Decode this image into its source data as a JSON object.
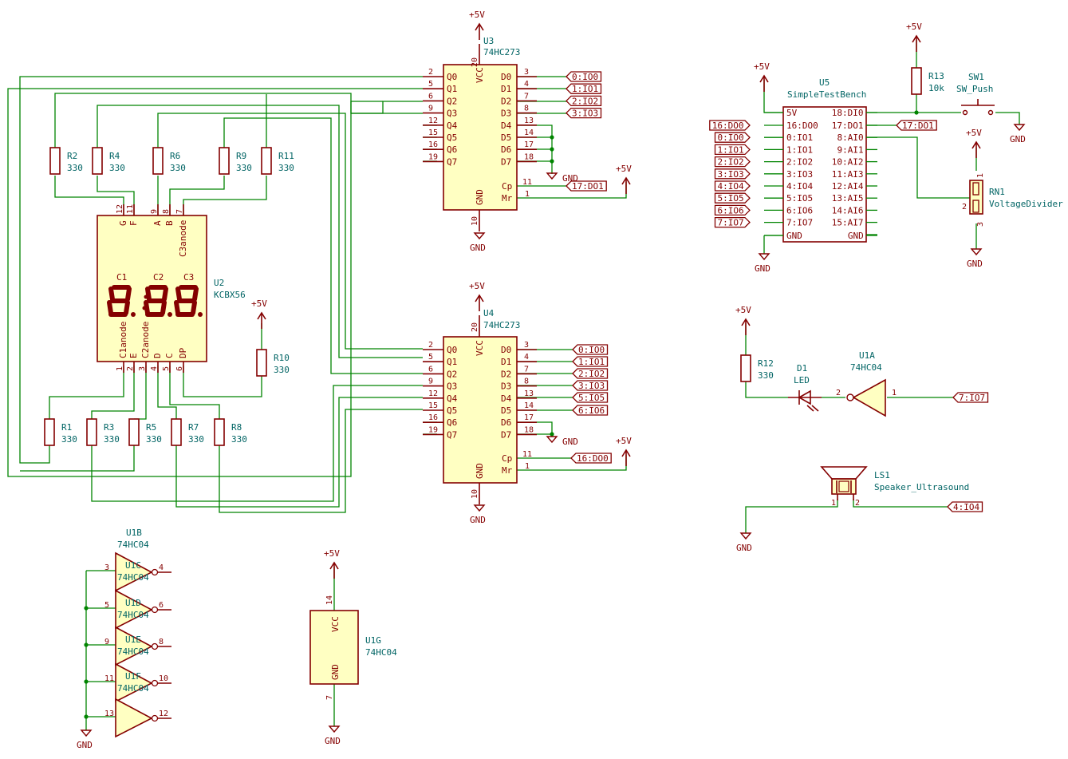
{
  "power": {
    "vcc": "+5V",
    "gnd": "GND"
  },
  "u3": {
    "ref": "U3",
    "value": "74HC273",
    "inputs": [
      "Q0",
      "Q1",
      "Q2",
      "Q3",
      "Q4",
      "Q5",
      "Q6",
      "Q7"
    ],
    "in_pins": [
      "2",
      "5",
      "6",
      "9",
      "12",
      "15",
      "16",
      "19"
    ],
    "outputs": [
      "D0",
      "D1",
      "D2",
      "D3",
      "D4",
      "D5",
      "D6",
      "D7"
    ],
    "out_pins": [
      "3",
      "4",
      "7",
      "8",
      "13",
      "14",
      "17",
      "18"
    ],
    "vcc_name": "VCC",
    "vcc_pin": "20",
    "gnd_name": "GND",
    "gnd_pin": "10",
    "cp_name": "Cp",
    "cp_pin": "11",
    "mr_name": "Mr",
    "mr_pin": "1",
    "labels": [
      "0:IO0",
      "1:IO1",
      "2:IO2",
      "3:IO3"
    ],
    "cp_label": "17:DO1"
  },
  "u4": {
    "ref": "U4",
    "value": "74HC273",
    "labels": [
      "0:IO0",
      "1:IO1",
      "2:IO2",
      "3:IO3",
      "5:IO5",
      "6:IO6"
    ],
    "cp_label": "16:DO0"
  },
  "u2": {
    "ref": "U2",
    "value": "KCBX56",
    "top_pins": [
      "12",
      "11",
      "9",
      "8",
      "7"
    ],
    "top_names": [
      "G",
      "F",
      "A",
      "B",
      "C3anode"
    ],
    "bot_pins": [
      "1",
      "2",
      "3",
      "4",
      "5",
      "6"
    ],
    "bot_names": [
      "C1anode",
      "E",
      "C2anode",
      "D",
      "C",
      "DP"
    ],
    "digits": [
      "C1",
      "C2",
      "C3"
    ]
  },
  "resistors": [
    {
      "ref": "R1",
      "value": "330"
    },
    {
      "ref": "R2",
      "value": "330"
    },
    {
      "ref": "R3",
      "value": "330"
    },
    {
      "ref": "R4",
      "value": "330"
    },
    {
      "ref": "R5",
      "value": "330"
    },
    {
      "ref": "R6",
      "value": "330"
    },
    {
      "ref": "R7",
      "value": "330"
    },
    {
      "ref": "R8",
      "value": "330"
    },
    {
      "ref": "R9",
      "value": "330"
    },
    {
      "ref": "R10",
      "value": "330"
    },
    {
      "ref": "R11",
      "value": "330"
    },
    {
      "ref": "R12",
      "value": "330"
    },
    {
      "ref": "R13",
      "value": "10k"
    }
  ],
  "u5": {
    "ref": "U5",
    "value": "SimpleTestBench",
    "left_names": [
      "5V",
      "16:DO0",
      "0:IO1",
      "1:IO1",
      "2:IO2",
      "3:IO3",
      "4:IO4",
      "5:IO5",
      "6:IO6",
      "7:IO7",
      "GND"
    ],
    "right_names": [
      "18:DI0",
      "17:DO1",
      "8:AI0",
      "9:AI1",
      "10:AI2",
      "11:AI3",
      "12:AI4",
      "13:AI5",
      "14:AI6",
      "15:AI7",
      "GND"
    ],
    "left_labels": [
      "16:DO0",
      "0:IO0",
      "1:IO1",
      "2:IO2",
      "3:IO3",
      "4:IO4",
      "5:IO5",
      "6:IO6",
      "7:IO7"
    ],
    "right_label": "17:DO1"
  },
  "sw1": {
    "ref": "SW1",
    "value": "SW_Push"
  },
  "rn1": {
    "ref": "RN1",
    "value": "VoltageDivider",
    "pins": [
      "1",
      "2",
      "3"
    ]
  },
  "u1a": {
    "ref": "U1A",
    "value": "74HC04",
    "in_pin": "2",
    "out_pin": "1",
    "label": "7:IO7"
  },
  "d1": {
    "ref": "D1",
    "value": "LED"
  },
  "ls1": {
    "ref": "LS1",
    "value": "Speaker_Ultrasound",
    "pins": [
      "1",
      "2"
    ],
    "label": "4:IO4"
  },
  "u1b": {
    "ref": "U1B",
    "value": "74HC04"
  },
  "u1_gates": [
    {
      "ref": "U1C",
      "value": "74HC04",
      "in": "3",
      "out": "4"
    },
    {
      "ref": "U1D",
      "value": "74HC04",
      "in": "5",
      "out": "6"
    },
    {
      "ref": "U1E",
      "value": "74HC04",
      "in": "9",
      "out": "8"
    },
    {
      "ref": "U1F",
      "value": "74HC04",
      "in": "11",
      "out": "10"
    },
    {
      "ref": "",
      "value": "",
      "in": "13",
      "out": "12"
    }
  ],
  "u1g": {
    "ref": "U1G",
    "value": "74HC04",
    "vcc_name": "VCC",
    "vcc_pin": "14",
    "gnd_name": "GND",
    "gnd_pin": "7"
  }
}
